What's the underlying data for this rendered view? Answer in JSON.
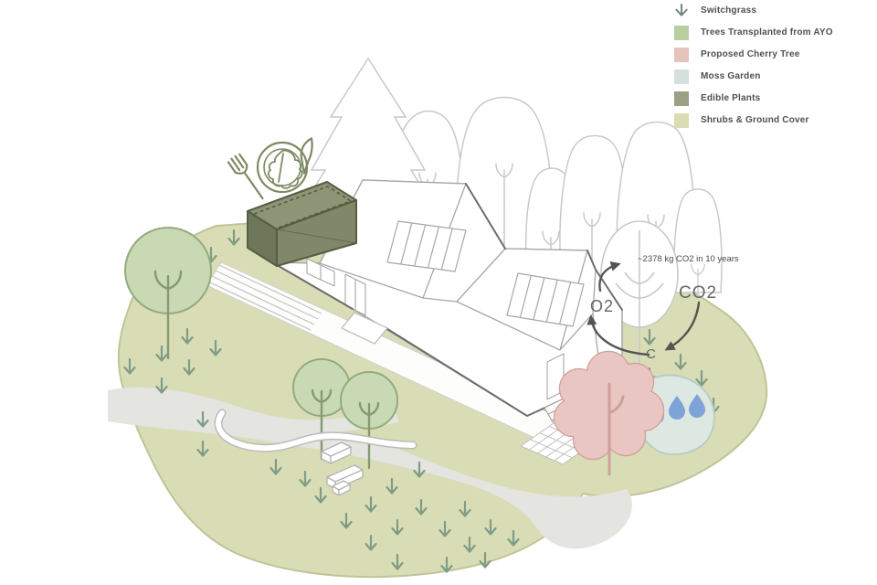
{
  "legend": {
    "items": [
      {
        "label": "Switchgrass",
        "icon": "switchgrass-arrow-icon",
        "color": "#6e8072"
      },
      {
        "label": "Trees Transplanted from AYO",
        "color": "#b9cfa2"
      },
      {
        "label": "Proposed Cherry Tree",
        "color": "#e7c3bd"
      },
      {
        "label": "Moss Garden",
        "color": "#d4e0da"
      },
      {
        "label": "Edible Plants",
        "color": "#99a084"
      },
      {
        "label": "Shrubs & Ground Cover",
        "color": "#d8ddb3"
      }
    ]
  },
  "annotations": {
    "carbon_note": "~2378 kg CO2 in 10 years",
    "o2_label": "O2",
    "co2_label": "CO2",
    "c_label": "C"
  },
  "colors": {
    "ground": "#d9ddb6",
    "ground_edge": "#bdc596",
    "path": "#e4e4e0",
    "walkway": "#fdfdfc",
    "switchgrass": "#7f9c85",
    "tree_fill": "#c9d9b4",
    "tree_stroke": "#93aa7e",
    "tree_branch": "#859972",
    "cherry_fill": "#e9c6c1",
    "cherry_stroke": "#cf9f9b",
    "moss_fill": "#dde8e3",
    "moss_stroke": "#b9cdc4",
    "drop": "#7da3d8",
    "edible_top": "#8e9577",
    "edible_side": "#6f775a",
    "edible_front": "#81886a",
    "edible_stroke": "#555e41",
    "plate_icon": "#7e8a64",
    "house_light": "#a6a6a6",
    "house_dark": "#6d6d6d",
    "bg_tree": "#c9c9c9",
    "cycle": "#555555",
    "note_text": "#4a4a4a",
    "cycle_text": "#666666"
  }
}
